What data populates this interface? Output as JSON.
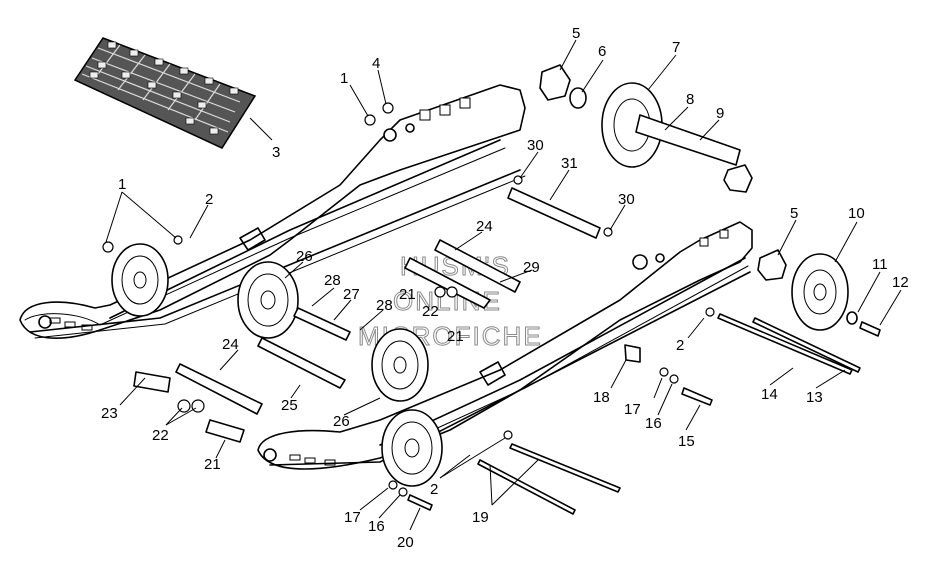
{
  "watermark": {
    "line1": "HUSM'S",
    "line2": "ONLINE",
    "line3": "MICROFICHE"
  },
  "labels": {
    "n1a": "1",
    "n4": "4",
    "n5a": "5",
    "n6": "6",
    "n7": "7",
    "n8": "8",
    "n9": "9",
    "n3": "3",
    "n1b": "1",
    "n2a": "2",
    "n30a": "30",
    "n31": "31",
    "n30b": "30",
    "n24a": "24",
    "n26a": "26",
    "n29": "29",
    "n10": "10",
    "n5b": "5",
    "n11": "11",
    "n12": "12",
    "n28a": "28",
    "n27": "27",
    "n28b": "28",
    "n21a": "21",
    "n22a": "22",
    "n21b": "21",
    "n2b": "2",
    "n24b": "24",
    "n25": "25",
    "n26b": "26",
    "n18": "18",
    "n17a": "17",
    "n16a": "16",
    "n14": "14",
    "n13": "13",
    "n15": "15",
    "n23": "23",
    "n22b": "22",
    "n21c": "21",
    "n2c": "2",
    "n17b": "17",
    "n16b": "16",
    "n20": "20",
    "n19": "19"
  }
}
